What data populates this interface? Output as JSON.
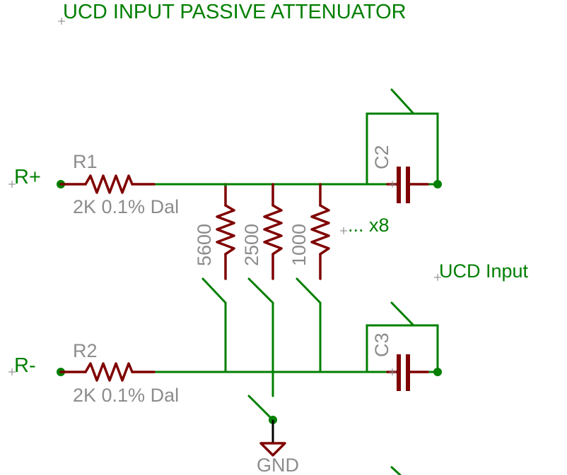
{
  "title": "UCD INPUT PASSIVE ATTENUATOR",
  "colors": {
    "net": "#007f00",
    "component": "#7f0000",
    "label": "#8c8c8c"
  },
  "ports": {
    "r_plus": "R+",
    "r_minus": "R-",
    "ucd_input": "UCD Input"
  },
  "resistors": {
    "r1": {
      "name": "R1",
      "value": "2K 0.1% Dal"
    },
    "r2": {
      "name": "R2",
      "value": "2K 0.1% Dal"
    },
    "shunt": [
      {
        "value": "5600"
      },
      {
        "value": "2500"
      },
      {
        "value": "1000"
      }
    ],
    "more_note": "... x8"
  },
  "capacitors": {
    "c2": "C2",
    "c3": "C3"
  },
  "ground": "GND"
}
